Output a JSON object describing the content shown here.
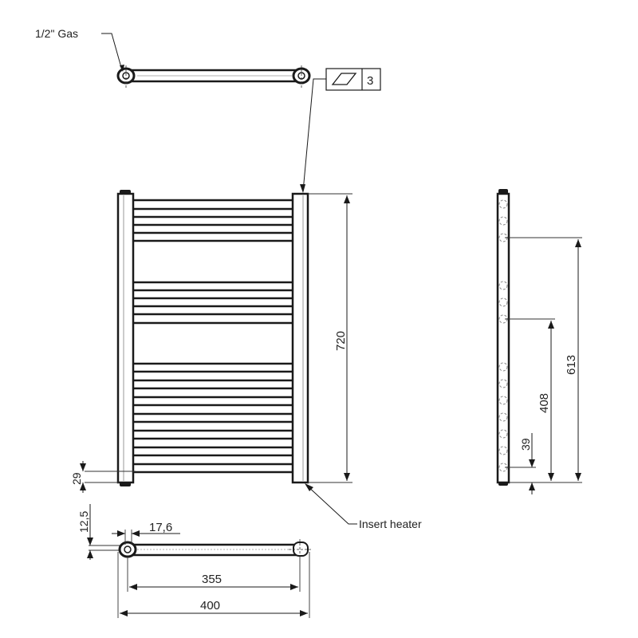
{
  "drawing": {
    "title": "Towel radiator technical drawing",
    "labels": {
      "gas_connection": "1/2\" Gas",
      "insert_heater": "Insert heater",
      "flatness_symbol_value": "3"
    },
    "dimensions": {
      "height": "720",
      "side_613": "613",
      "side_408": "408",
      "side_39": "39",
      "bottom_offset": "29",
      "pipe_offset": "12,5",
      "collector_width": "17,6",
      "centers": "355",
      "total_width": "400"
    },
    "front_view": {
      "bar_groups": [
        5,
        6,
        13
      ]
    },
    "side_view": {
      "hole_groups": [
        3,
        3,
        7
      ]
    },
    "colors": {
      "line": "#1a1a1a",
      "thin_line": "#333333",
      "hidden": "#999999",
      "background": "#ffffff"
    }
  }
}
